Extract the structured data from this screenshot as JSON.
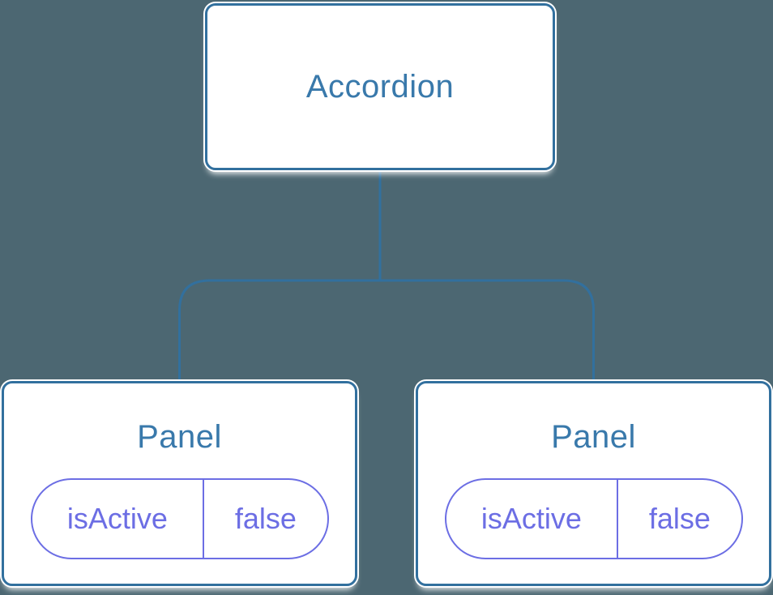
{
  "diagram": {
    "type": "component-tree",
    "colors": {
      "bg": "#4C6772",
      "line": "#32709E",
      "heading": "#3979AB",
      "pill": "#6C6EE4"
    },
    "root": {
      "label": "Accordion"
    },
    "panels": [
      {
        "label": "Panel",
        "state": {
          "key": "isActive",
          "value": "false"
        }
      },
      {
        "label": "Panel",
        "state": {
          "key": "isActive",
          "value": "false"
        }
      }
    ]
  }
}
